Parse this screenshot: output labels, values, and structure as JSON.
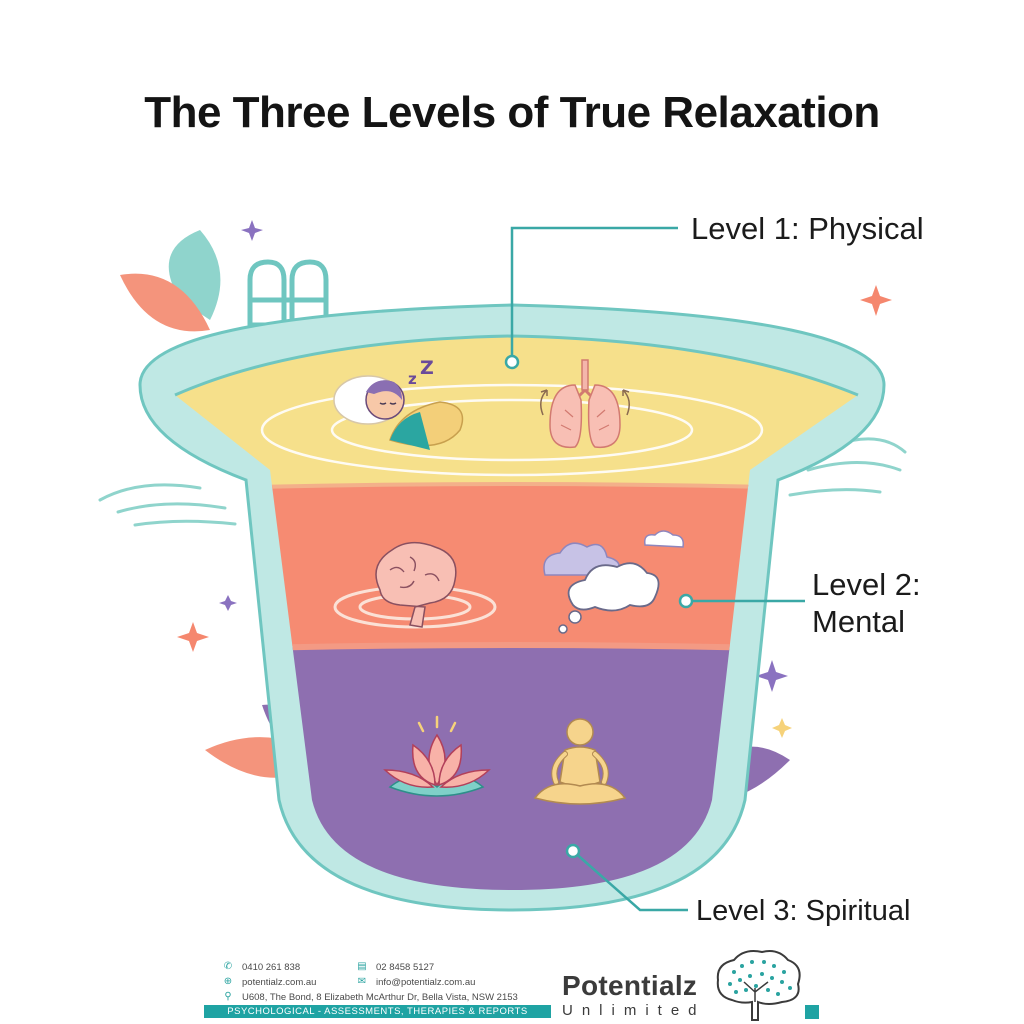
{
  "title": "The Three Levels of True Relaxation",
  "levels": [
    {
      "label": "Level 1: Physical",
      "color": "#f6e08b"
    },
    {
      "label": "Level 2:\nMental",
      "color": "#f68b72"
    },
    {
      "label": "Level 3: Spiritual",
      "color": "#8e6fb0"
    }
  ],
  "colors": {
    "rim": "#9fdad6",
    "rim_stroke": "#6fc6c0",
    "callout_line": "#3aa8a6",
    "accent_teal": "#1fa3a3",
    "sparkle_purple": "#8a72c0",
    "sparkle_coral": "#f5876e"
  },
  "icons": {
    "level1": [
      "sleeping-person-icon",
      "lungs-icon"
    ],
    "level2": [
      "brain-icon",
      "thought-cloud-icon"
    ],
    "level3": [
      "lotus-icon",
      "meditating-person-icon"
    ]
  },
  "footer": {
    "phone": "0410  261 838",
    "fax": "02 8458 5127",
    "website": "potentialz.com.au",
    "email": "info@potentialz.com.au",
    "address": "U608, The Bond, 8 Elizabeth McArthur Dr, Bella Vista, NSW 2153",
    "tagline": "PSYCHOLOGICAL - ASSESSMENTS, THERAPIES & REPORTS",
    "brand_name": "Potentialz",
    "brand_sub": "Unlimited"
  }
}
